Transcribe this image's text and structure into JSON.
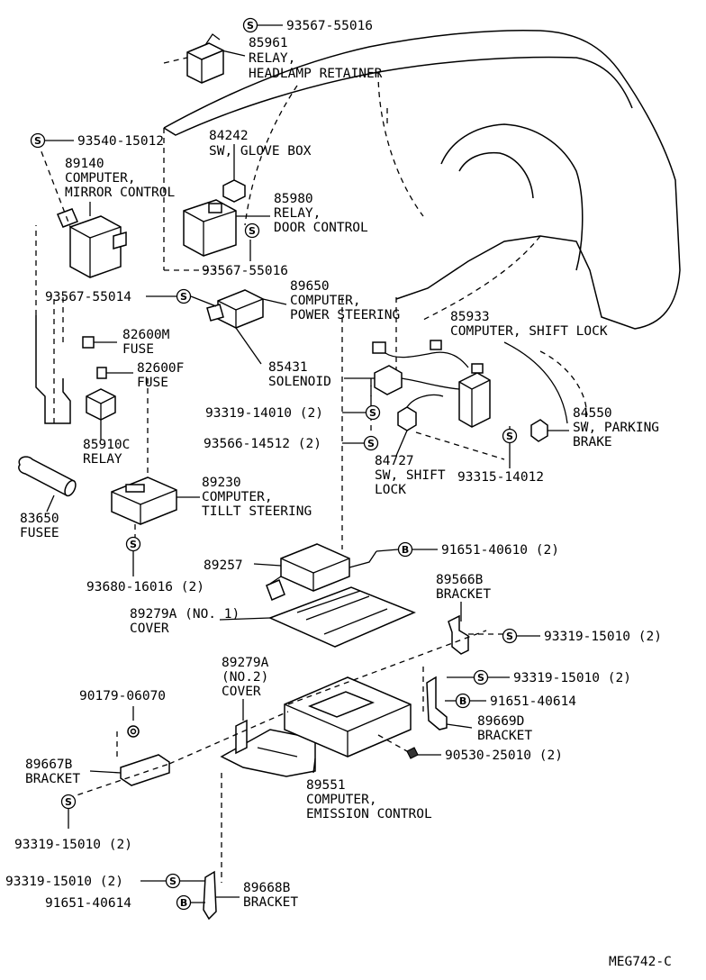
{
  "diagram_code": "MEG742-C",
  "badges": {
    "s": "S",
    "b": "B"
  },
  "labels": {
    "p93567_55016_top": [
      "93567-55016"
    ],
    "p85961": [
      "85961",
      "RELAY,",
      "HEADLAMP RETAINER"
    ],
    "p93540": [
      "93540-15012"
    ],
    "p84242": [
      "84242",
      "SW, GLOVE BOX"
    ],
    "p89140": [
      "89140",
      "COMPUTER,",
      "MIRROR CONTROL"
    ],
    "p85980": [
      "85980",
      "RELAY,",
      "DOOR CONTROL"
    ],
    "p93567_55016_mid": [
      "93567-55016"
    ],
    "p93567_55014": [
      "93567-55014"
    ],
    "p89650": [
      "89650",
      "COMPUTER,",
      "POWER STEERING"
    ],
    "p82600m": [
      "82600M",
      "FUSE"
    ],
    "p85933": [
      "85933",
      "COMPUTER, SHIFT LOCK"
    ],
    "p82600f": [
      "82600F",
      "FUSE"
    ],
    "p85431": [
      "85431",
      "SOLENOID"
    ],
    "p93319_14010": [
      "93319-14010 (2)"
    ],
    "p84550": [
      "84550",
      "SW, PARKING",
      "BRAKE"
    ],
    "p93566": [
      "93566-14512 (2)"
    ],
    "p85910c": [
      "85910C",
      "RELAY"
    ],
    "p84727": [
      "84727",
      "SW, SHIFT",
      "LOCK"
    ],
    "p93315": [
      "93315-14012"
    ],
    "p83650": [
      "83650",
      "FUSEE"
    ],
    "p89230": [
      "89230",
      "COMPUTER,",
      "TILLT STEERING"
    ],
    "p91651_40610": [
      "91651-40610 (2)"
    ],
    "p89257": [
      "89257"
    ],
    "p93680": [
      "93680-16016 (2)"
    ],
    "p89566b": [
      "89566B",
      "BRACKET"
    ],
    "p89279a_1": [
      "89279A (NO. 1)",
      "COVER"
    ],
    "p93319_15010_r1": [
      "93319-15010 (2)"
    ],
    "p89279a_2": [
      "89279A",
      "(NO.2)",
      "COVER"
    ],
    "p93319_15010_r2": [
      "93319-15010 (2)"
    ],
    "p90179": [
      "90179-06070"
    ],
    "p91651_40614_r": [
      "91651-40614"
    ],
    "p89669d": [
      "89669D",
      "BRACKET"
    ],
    "p90530": [
      "90530-25010 (2)"
    ],
    "p89667b": [
      "89667B",
      "BRACKET"
    ],
    "p89551": [
      "89551",
      "COMPUTER,",
      "EMISSION CONTROL"
    ],
    "p93319_15010_l": [
      "93319-15010 (2)"
    ],
    "p93319_15010_b": [
      "93319-15010 (2)"
    ],
    "p91651_40614_b": [
      "91651-40614"
    ],
    "p89668b": [
      "89668B",
      "BRACKET"
    ]
  }
}
